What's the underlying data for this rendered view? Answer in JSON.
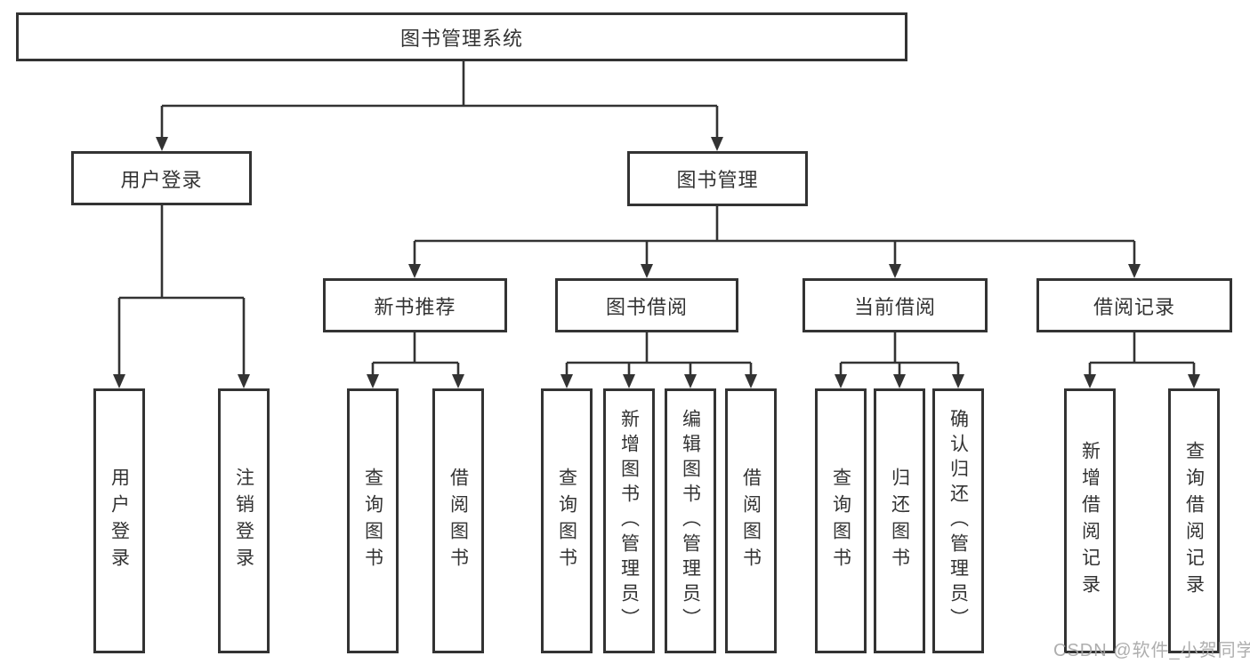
{
  "tree": {
    "label": "图书管理系统",
    "children": [
      {
        "label": "用户登录",
        "children": [
          {
            "label": "用户登录"
          },
          {
            "label": "注销登录"
          }
        ]
      },
      {
        "label": "图书管理",
        "children": [
          {
            "label": "新书推荐",
            "children": [
              {
                "label": "查询图书"
              },
              {
                "label": "借阅图书"
              }
            ]
          },
          {
            "label": "图书借阅",
            "children": [
              {
                "label": "查询图书"
              },
              {
                "label": "新增图书（管理员）"
              },
              {
                "label": "编辑图书（管理员）"
              },
              {
                "label": "借阅图书"
              }
            ]
          },
          {
            "label": "当前借阅",
            "children": [
              {
                "label": "查询图书"
              },
              {
                "label": "归还图书"
              },
              {
                "label": "确认归还（管理员）"
              }
            ]
          },
          {
            "label": "借阅记录",
            "children": [
              {
                "label": "新增借阅记录"
              },
              {
                "label": "查询借阅记录"
              }
            ]
          }
        ]
      }
    ]
  },
  "watermark": {
    "text": "CSDN @软件_小贺同学"
  },
  "colors": {
    "line": "#333333",
    "text": "#333333",
    "box_background": "#ffffff",
    "watermark": "#a5a5a5"
  }
}
